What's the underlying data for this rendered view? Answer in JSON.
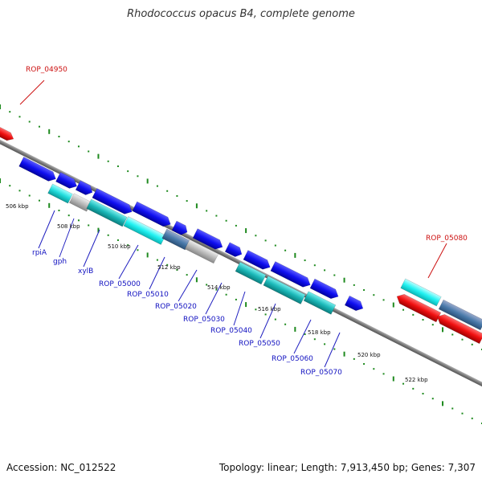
{
  "title": "Rhodococcus opacus B4, complete genome",
  "footer": {
    "accession": "Accession: NC_012522",
    "stats": "Topology: linear; Length: 7,913,450 bp; Genes: 7,307"
  },
  "colors": {
    "backbone": "#8a8a8a",
    "dots": "#1e8a1e",
    "label_blue": "#1010c0",
    "label_red": "#cc1010",
    "leader": "#2020c0"
  },
  "scale_labels": [
    "506 kbp",
    "508 kbp",
    "510 kbp",
    "512 kbp",
    "514 kbp",
    "516 kbp",
    "518 kbp",
    "520 kbp",
    "522 kbp"
  ],
  "genes": [
    {
      "label": "ROP_04950",
      "color": "red"
    },
    {
      "label": "rpiA",
      "color": "blue"
    },
    {
      "label": "gph",
      "color": "blue"
    },
    {
      "label": "xylB",
      "color": "blue"
    },
    {
      "label": "ROP_05000",
      "color": "blue"
    },
    {
      "label": "ROP_05010",
      "color": "blue"
    },
    {
      "label": "ROP_05020",
      "color": "blue"
    },
    {
      "label": "ROP_05030",
      "color": "blue"
    },
    {
      "label": "ROP_05040",
      "color": "blue"
    },
    {
      "label": "ROP_05050",
      "color": "blue"
    },
    {
      "label": "ROP_05060",
      "color": "blue"
    },
    {
      "label": "ROP_05070",
      "color": "blue"
    },
    {
      "label": "ROP_05080",
      "color": "red"
    }
  ]
}
